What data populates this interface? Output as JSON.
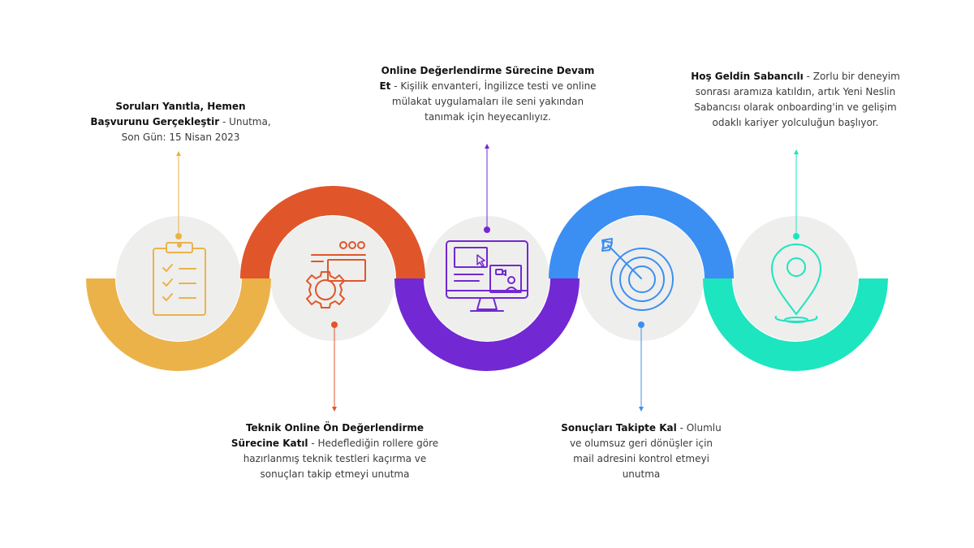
{
  "steps": [
    {
      "title": "Soruları Yanıtla, Hemen Başvurunu Gerçekleştir",
      "sep": " - ",
      "desc": "Unutma, Son Gün: 15 Nisan 2023",
      "color": "#ecb24a",
      "icon": "clipboard-checklist-icon"
    },
    {
      "title": "Teknik Online Ön Değerlendirme Sürecine Katıl",
      "sep": "  - ",
      "desc": "Hedeflediğin rollere göre hazırlanmış teknik testleri kaçırma ve sonuçları takip etmeyi unutma",
      "color": "#e0562a",
      "icon": "gear-window-icon"
    },
    {
      "title": "Online Değerlendirme Sürecine Devam Et",
      "sep": " - ",
      "desc": "Kişilik envanteri, İngilizce testi ve online mülakat uygulamaları ile seni yakından tanımak için heyecanlıyız.",
      "color": "#7228d3",
      "icon": "monitor-video-call-icon"
    },
    {
      "title": "Sonuçları Takipte Kal",
      "sep": " - ",
      "desc": "Olumlu ve olumsuz geri dönüşler için mail adresini kontrol etmeyi unutma",
      "color": "#3b8ff2",
      "icon": "target-arrow-icon"
    },
    {
      "title": "Hoş Geldin Sabancılı",
      "sep": " - ",
      "desc": "Zorlu bir deneyim sonrası aramıza katıldın, artık Yeni Neslin Sabancısı olarak onboarding'in ve gelişim odaklı kariyer yolculuğun başlıyor.",
      "color": "#1de5bf",
      "icon": "location-pin-icon"
    }
  ],
  "circle_color": "#eeeeed"
}
